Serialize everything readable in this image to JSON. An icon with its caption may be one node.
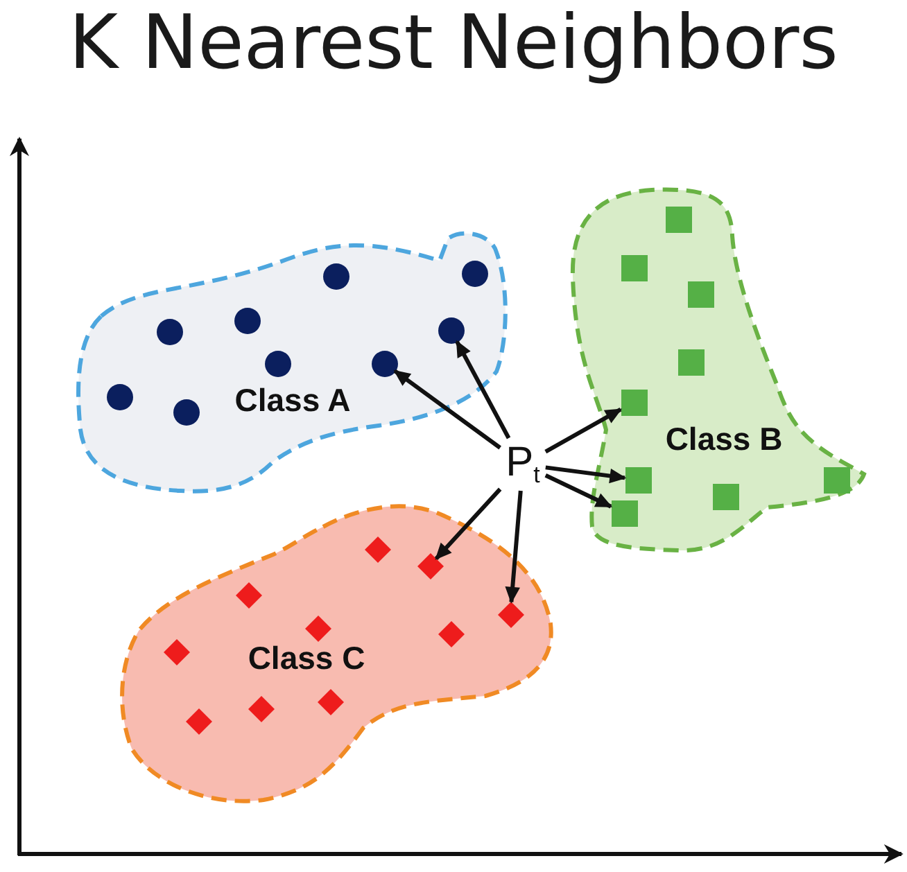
{
  "diagram": {
    "title": "K Nearest Neighbors",
    "nodes": [
      {
        "text": [
          "Class A"
        ]
      },
      {
        "text": [],
        "shape": "circle",
        "in": 0
      },
      {
        "text": [],
        "shape": "circle",
        "in": 0
      },
      {
        "text": [],
        "shape": "circle",
        "in": 0
      },
      {
        "text": [],
        "shape": "circle",
        "in": 0
      },
      {
        "text": [],
        "shape": "circle",
        "in": 0
      },
      {
        "text": [],
        "shape": "circle",
        "in": 0
      },
      {
        "text": [],
        "shape": "circle",
        "in": 0
      },
      {
        "text": [],
        "shape": "circle",
        "in": 0
      },
      {
        "text": [],
        "shape": "circle",
        "in": 0
      },
      {
        "text": [
          "Class B"
        ]
      },
      {
        "text": [],
        "shape": "box",
        "in": 10
      },
      {
        "text": [],
        "shape": "box",
        "in": 10
      },
      {
        "text": [],
        "shape": "box",
        "in": 10
      },
      {
        "text": [],
        "shape": "box",
        "in": 10
      },
      {
        "text": [],
        "shape": "box",
        "in": 10
      },
      {
        "text": [],
        "shape": "box",
        "in": 10
      },
      {
        "text": [],
        "shape": "box",
        "in": 10
      },
      {
        "text": [],
        "shape": "box",
        "in": 10
      },
      {
        "text": [],
        "shape": "box",
        "in": 10
      },
      {
        "text": [
          "P$_{t}$"
        ]
      },
      {
        "text": [
          "Class C"
        ]
      },
      {
        "text": [],
        "shape": "diamond",
        "in": 21
      },
      {
        "text": [],
        "shape": "diamond",
        "in": 21
      },
      {
        "text": [],
        "shape": "diamond",
        "in": 21
      },
      {
        "text": [],
        "shape": "diamond",
        "in": 21
      },
      {
        "text": [],
        "shape": "diamond",
        "in": 21
      },
      {
        "text": [],
        "shape": "diamond",
        "in": 21
      },
      {
        "text": [],
        "shape": "diamond",
        "in": 21
      },
      {
        "text": [],
        "shape": "diamond",
        "in": 21
      },
      {
        "text": [],
        "shape": "diamond",
        "in": 21
      },
      {
        "text": [],
        "shape": "diamond",
        "in": 21
      }
    ],
    "edges": [
      {
        "from": 20,
        "to": 7,
        "arrow": "to"
      },
      {
        "from": 20,
        "to": 5,
        "arrow": "to"
      },
      {
        "from": 20,
        "to": 15,
        "arrow": "to"
      },
      {
        "from": 20,
        "to": 16,
        "arrow": "to"
      },
      {
        "from": 20,
        "to": 19,
        "arrow": "to"
      },
      {
        "from": 20,
        "to": 25,
        "arrow": "to"
      },
      {
        "from": 20,
        "to": 23,
        "arrow": "to"
      }
    ]
  }
}
